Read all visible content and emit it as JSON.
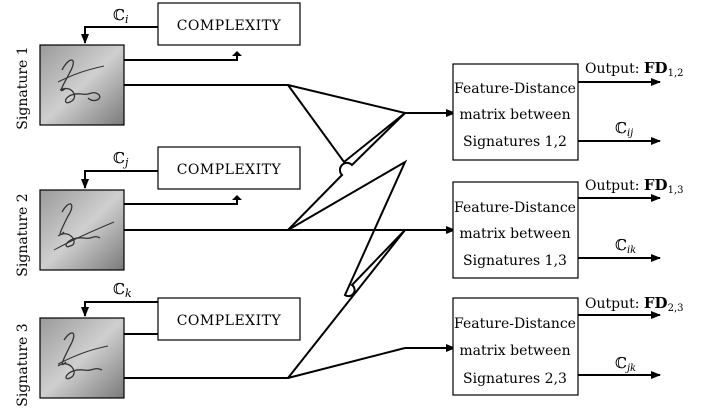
{
  "signatures": [
    {
      "label": "Signature 1",
      "complexity_symbol": "ℂ",
      "complexity_sub": "i",
      "complexity_box": "COMPLEXITY",
      "image": "handwritten-signature-1"
    },
    {
      "label": "Signature 2",
      "complexity_symbol": "ℂ",
      "complexity_sub": "j",
      "complexity_box": "COMPLEXITY",
      "image": "handwritten-signature-2"
    },
    {
      "label": "Signature 3",
      "complexity_symbol": "ℂ",
      "complexity_sub": "k",
      "complexity_box": "COMPLEXITY",
      "image": "handwritten-signature-3"
    }
  ],
  "matrices": [
    {
      "line1": "Feature-Distance",
      "line2": "matrix between",
      "line3": "Signatures 1,2",
      "output_prefix": "Output: ",
      "output_main": "FD",
      "output_sub": "1,2",
      "c_symbol": "ℂ",
      "c_sub": "ij"
    },
    {
      "line1": "Feature-Distance",
      "line2": "matrix between",
      "line3": "Signatures 1,3",
      "output_prefix": "Output: ",
      "output_main": "FD",
      "output_sub": "1,3",
      "c_symbol": "ℂ",
      "c_sub": "ik"
    },
    {
      "line1": "Feature-Distance",
      "line2": "matrix between",
      "line3": "Signatures 2,3",
      "output_prefix": "Output: ",
      "output_main": "FD",
      "output_sub": "2,3",
      "c_symbol": "ℂ",
      "c_sub": "jk"
    }
  ],
  "colors": {
    "stroke": "#000000",
    "image_bg": "#8a8a8a",
    "image_light": "#d8d8d8"
  }
}
